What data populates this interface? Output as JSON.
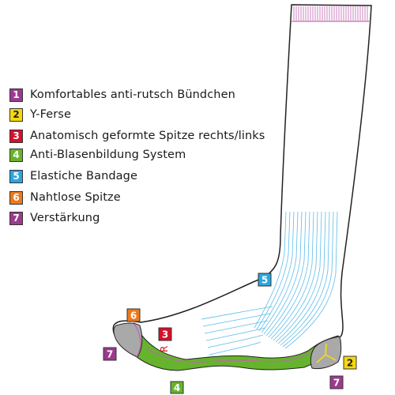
{
  "legend": [
    {
      "num": "1",
      "text": "Komfortables anti-rutsch Bündchen",
      "color": "#9c3a8f",
      "fg": "#ffffff"
    },
    {
      "num": "2",
      "text": "Y-Ferse",
      "color": "#f5d80f",
      "fg": "#222222"
    },
    {
      "num": "3",
      "text": "Anatomisch geformte Spitze rechts/links",
      "color": "#d7102b",
      "fg": "#ffffff"
    },
    {
      "num": "4",
      "text": "Anti-Blasenbildung System",
      "color": "#66b42d",
      "fg": "#ffffff"
    },
    {
      "num": "5",
      "text": "Elastiche Bandage",
      "color": "#2aa6e0",
      "fg": "#ffffff"
    },
    {
      "num": "6",
      "text": "Nahtlose Spitze",
      "color": "#ec7a1c",
      "fg": "#ffffff"
    },
    {
      "num": "7",
      "text": "Verstärkung",
      "color": "#9c3a8f",
      "fg": "#ffffff"
    }
  ],
  "callouts": {
    "toe_seam": "6",
    "right_left_mark": "3",
    "right_left_text": "R",
    "toe_reinforcement": "7",
    "sole": "4",
    "bandage": "5",
    "heel": "2",
    "heel_reinforcement": "7"
  },
  "colors": {
    "cuff": "#c064b0",
    "sole_green": "#66b42d",
    "reinforcement_gray": "#a9a9a9",
    "bandage_blue": "#5bbde8",
    "outline": "#222222"
  }
}
